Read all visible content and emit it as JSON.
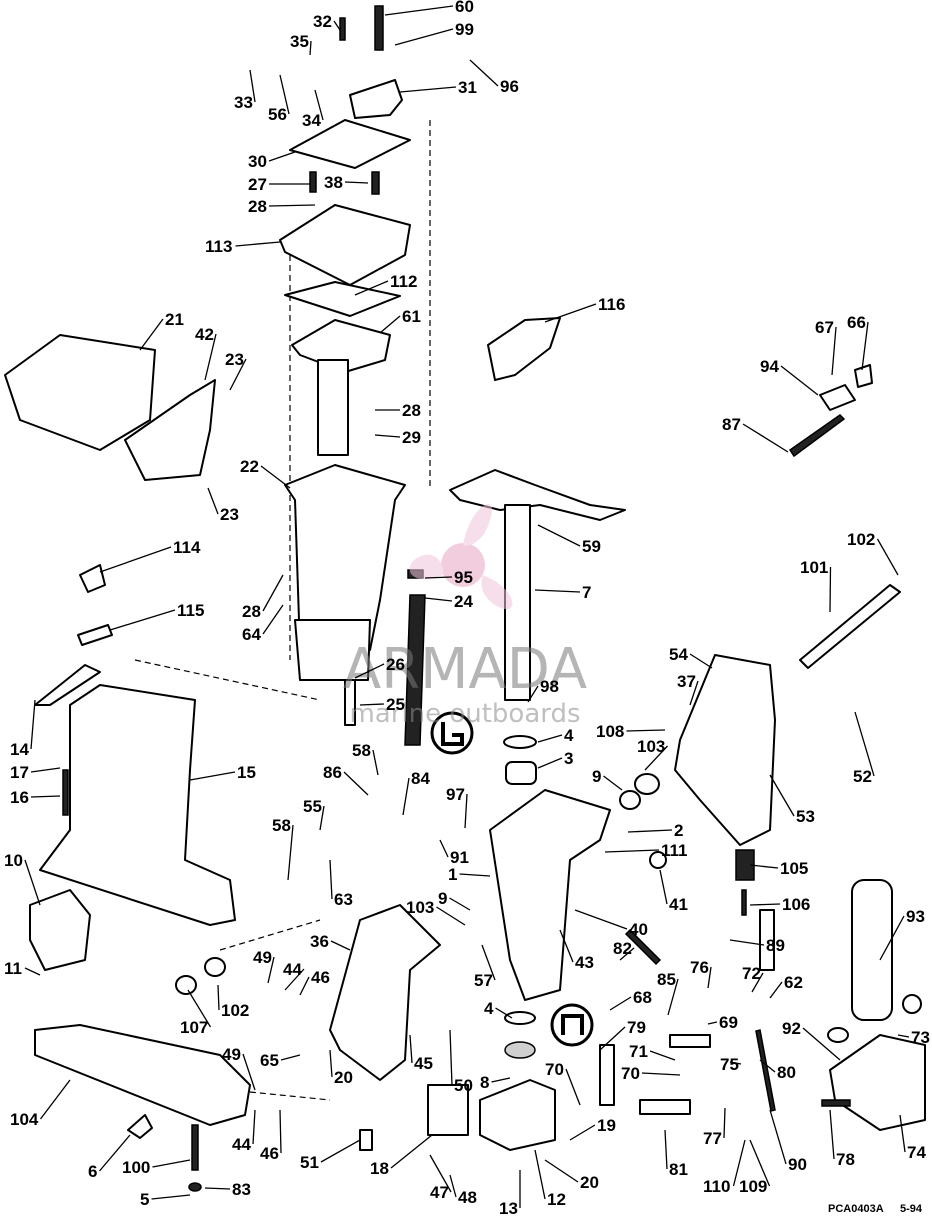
{
  "diagram": {
    "watermark_brand": "ARMADA",
    "watermark_tagline": "marine outboards",
    "drawing_code": "PCA0403A",
    "drawing_date": "5-94",
    "labels": [
      "1",
      "2",
      "3",
      "4",
      "5",
      "6",
      "7",
      "8",
      "9",
      "10",
      "11",
      "12",
      "13",
      "14",
      "15",
      "16",
      "17",
      "18",
      "19",
      "20",
      "21",
      "22",
      "23",
      "24",
      "25",
      "26",
      "27",
      "28",
      "29",
      "30",
      "31",
      "32",
      "33",
      "34",
      "35",
      "36",
      "37",
      "38",
      "40",
      "41",
      "42",
      "43",
      "44",
      "45",
      "46",
      "47",
      "48",
      "49",
      "50",
      "51",
      "52",
      "53",
      "54",
      "55",
      "56",
      "57",
      "58",
      "59",
      "60",
      "61",
      "62",
      "63",
      "64",
      "65",
      "66",
      "67",
      "68",
      "69",
      "70",
      "71",
      "72",
      "73",
      "74",
      "75",
      "76",
      "77",
      "78",
      "79",
      "80",
      "81",
      "82",
      "83",
      "84",
      "85",
      "86",
      "87",
      "89",
      "90",
      "91",
      "92",
      "93",
      "94",
      "95",
      "96",
      "97",
      "98",
      "99",
      "100",
      "101",
      "102",
      "103",
      "104",
      "105",
      "106",
      "107",
      "108",
      "109",
      "110",
      "111",
      "112",
      "113",
      "114",
      "115",
      "116"
    ]
  }
}
